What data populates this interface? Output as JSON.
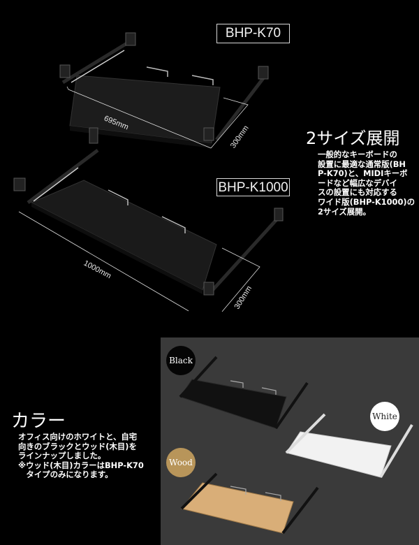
{
  "sizes_section": {
    "heading": "2サイズ展開",
    "description": "一般的なキーボードの\n設置に最適な通常版(BH\nP-K70)と、MIDIキーボ\nードなど幅広なデバイ\nスの設置にも対応する\nワイド版(BHP-K1000)の\n2サイズ展開。",
    "products": [
      {
        "model": "BHP-K70",
        "width_label": "695mm",
        "depth_label": "300mm"
      },
      {
        "model": "BHP-K1000",
        "width_label": "1000mm",
        "depth_label": "300mm"
      }
    ]
  },
  "color_section": {
    "heading": "カラー",
    "description": "オフィス向けのホワイトと、自宅\n向きのブラックとウッド(木目)を\nラインナップしました。\n※ウッド(木目)カラーはBHP-K70\n　タイプのみになります。",
    "swatches": [
      {
        "label": "Black",
        "bg": "#050505",
        "fg": "#ffffff"
      },
      {
        "label": "White",
        "bg": "#ffffff",
        "fg": "#222222"
      },
      {
        "label": "Wood",
        "bg": "#b8955a",
        "fg": "#ffffff"
      }
    ],
    "panel_bg": "#3a3a3a"
  }
}
